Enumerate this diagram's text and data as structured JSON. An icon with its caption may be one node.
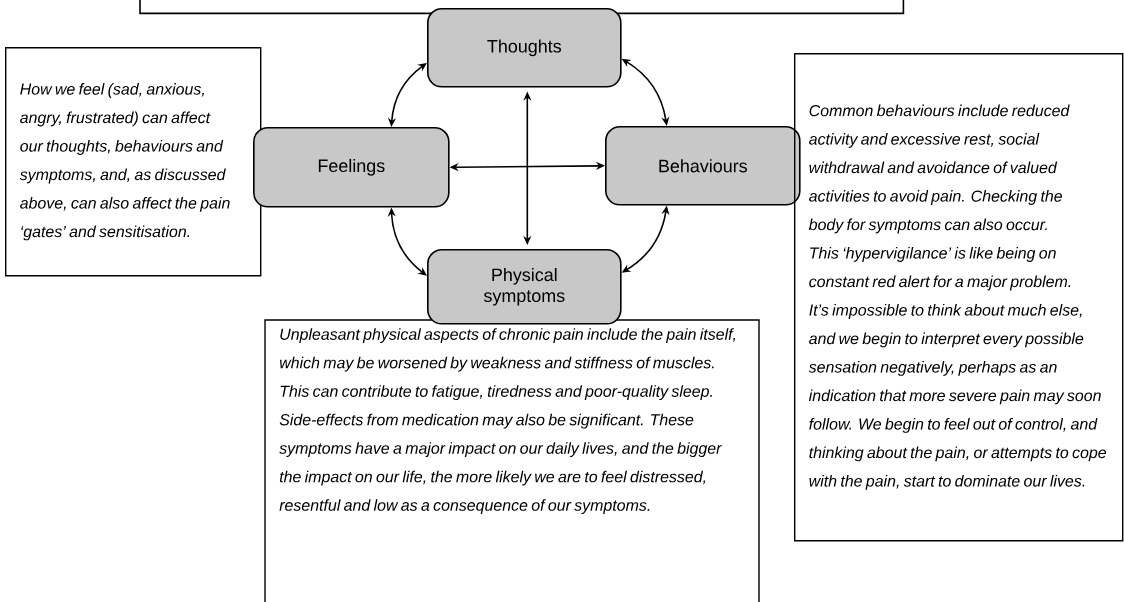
{
  "diagram": {
    "nodes": [
      {
        "text": [],
        "shape": "box"
      },
      {
        "text": [
          "Thoughts"
        ]
      },
      {
        "text": [
          "How we feel (sad, anxious, angry, frustrated) can affect our thoughts, behaviours and symptoms, and, as discussed above, can also affect the pain ‘gates’ and sensitisation."
        ]
      },
      {
        "text": [
          "Feelings"
        ]
      },
      {
        "text": [
          "Behaviours"
        ]
      },
      {
        "text": [
          "Common behaviours include reduced activity and excessive rest, social withdrawal and avoidance of valued activities to avoid pain. Checking the body for symptoms can also occur. This ‘hypervigilance’ is like being on constant red alert for a major problem. It’s impossible to think about much else, and we begin to interpret every possible sensation negatively, perhaps as an indication that more severe pain may soon follow. We begin to feel out of control, and thinking about the pain, or attempts to cope with the pain, start to dominate our lives."
        ]
      },
      {
        "text": [
          "Physical symptoms"
        ]
      },
      {
        "text": [
          "Unpleasant physical aspects of chronic pain include the pain itself, which may be worsened by weakness and stiffness of muscles. This can contribute to fatigue, tiredness and poor-quality sleep. Side-effects from medication may also be significant. These symptoms have a major impact on our daily lives, and the bigger the impact on our life, the more likely we are to feel distressed, resentful and low as a consequence of our symptoms."
        ]
      }
    ],
    "edges": [
      {
        "from": 1,
        "to": 3,
        "arrow": "both"
      },
      {
        "from": 1,
        "to": 4,
        "arrow": "both"
      },
      {
        "from": 3,
        "to": 4,
        "arrow": "both"
      },
      {
        "from": 1,
        "to": 6,
        "arrow": "both"
      },
      {
        "from": 3,
        "to": 6,
        "arrow": "both"
      },
      {
        "from": 4,
        "to": 6,
        "arrow": "both"
      }
    ]
  }
}
